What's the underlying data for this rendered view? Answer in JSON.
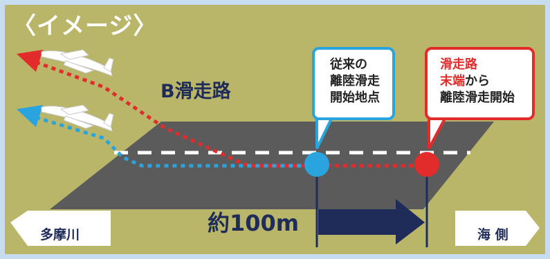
{
  "title": "〈イメージ〉",
  "runway_name": "B滑走路",
  "callout_conventional": [
    "従来の",
    "離陸滑走",
    "開始地点"
  ],
  "callout_new_line1": "滑走路",
  "callout_new_line2_red": "末端",
  "callout_new_line2_rest": "から",
  "callout_new_line3": "離陸滑走開始",
  "distance": "約100m",
  "left_direction": "多摩川",
  "right_direction": "海 側",
  "colors": {
    "background": "#b9b66a",
    "frame": "#c5ddef",
    "runway": "#5b5b5b",
    "blue": "#29a4de",
    "red": "#e22b2b",
    "navy": "#1f2c5a"
  }
}
